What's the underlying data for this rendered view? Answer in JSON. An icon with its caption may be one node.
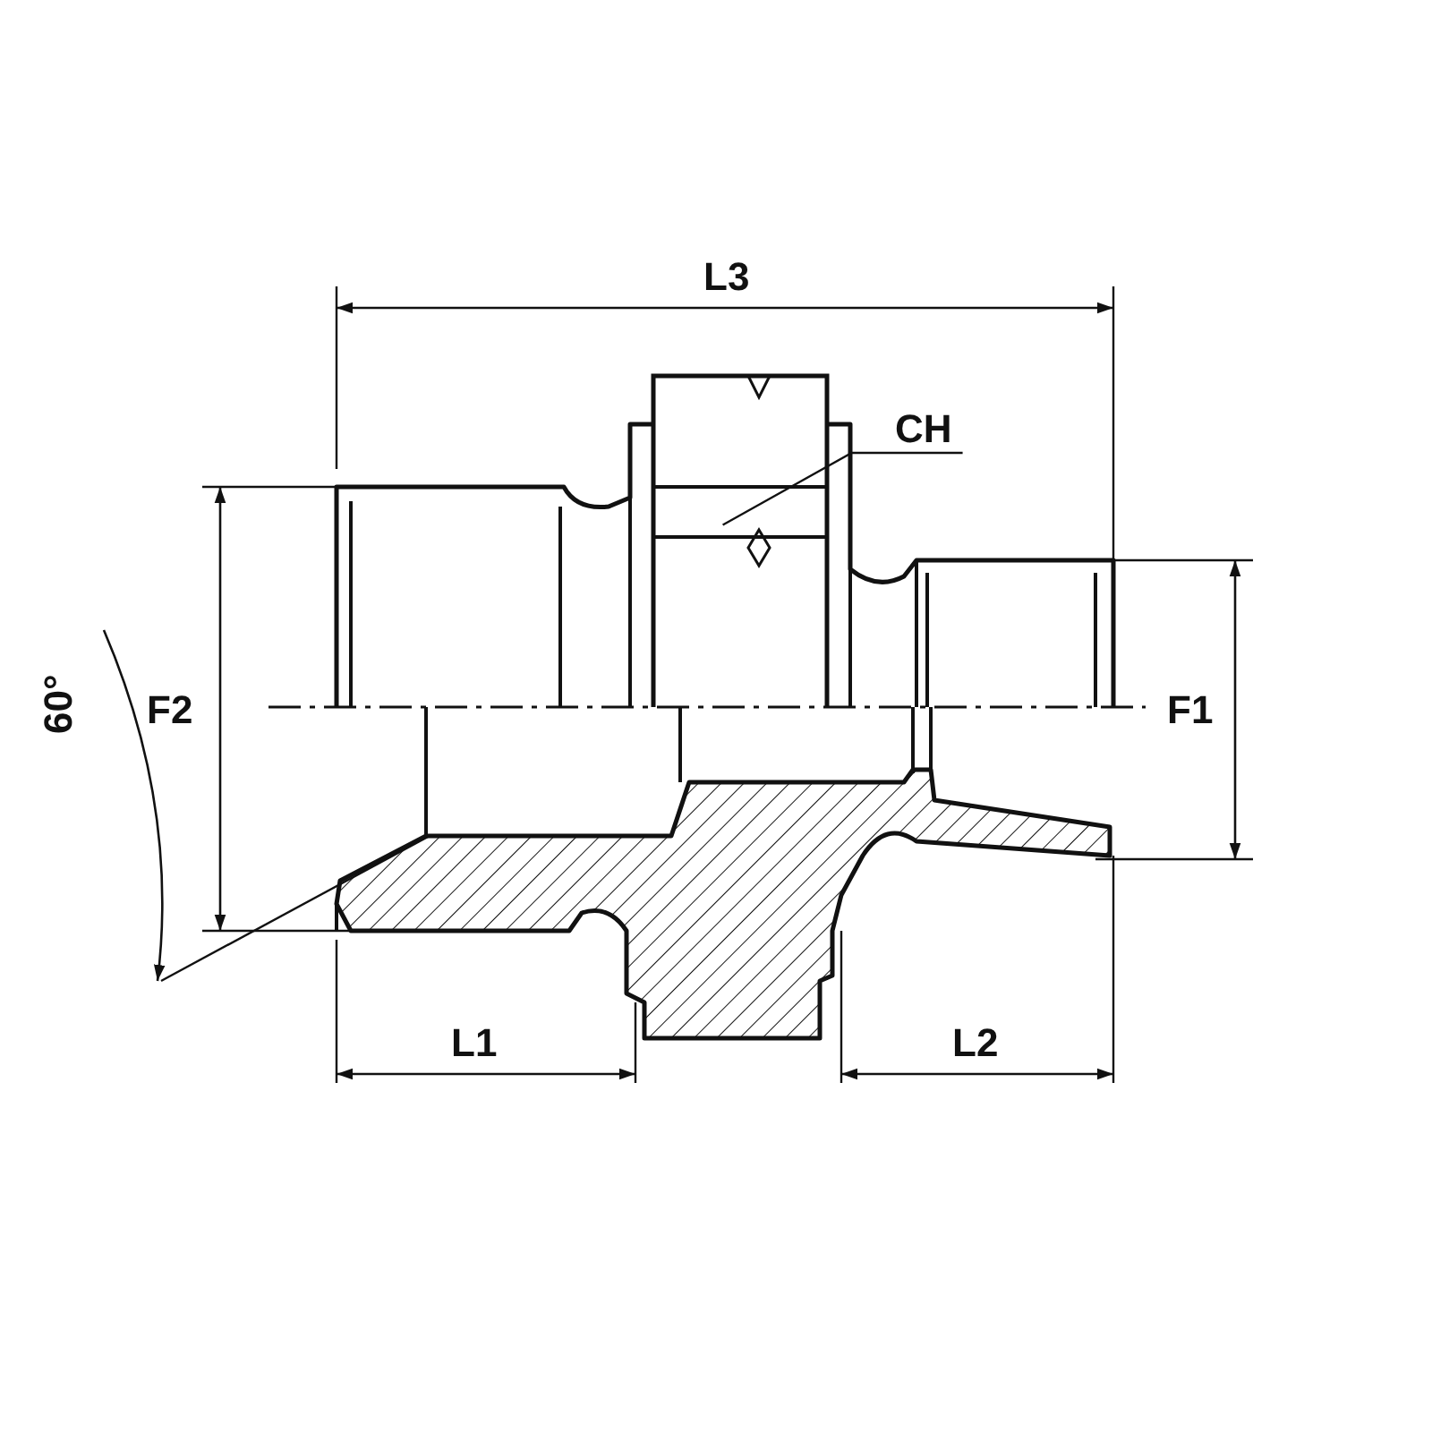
{
  "diagram": {
    "nodes": [
      {
        "text": [
          "CH"
        ]
      },
      {
        "text": [],
        "shape": "box"
      }
    ],
    "edges": [
      {
        "from": 0,
        "to": 1,
        "arrow": "none"
      }
    ],
    "labels": [
      "L3",
      "60°",
      "F2",
      "F1",
      "L1",
      "L2"
    ]
  }
}
